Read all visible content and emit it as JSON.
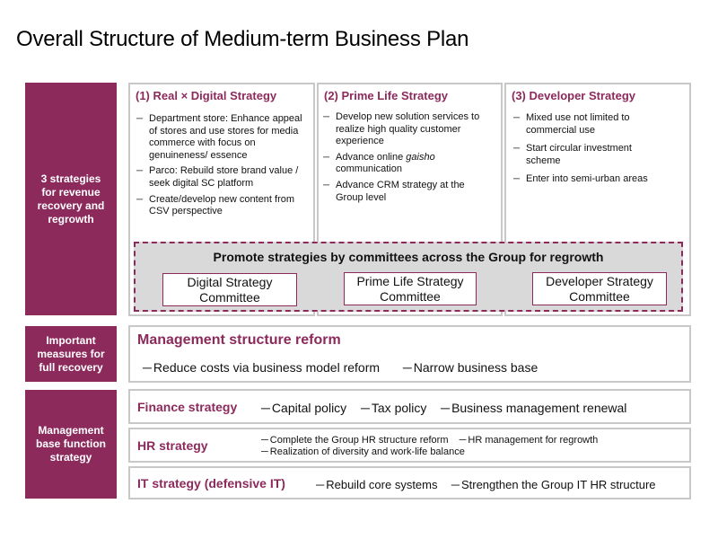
{
  "title": "Overall Structure of Medium-term Business Plan",
  "colors": {
    "accent": "#8c2a5c",
    "border": "#c8c8c8",
    "promo_bg": "#d9d9d9"
  },
  "sections": {
    "strategies_label": "3 strategies for revenue recovery and regrowth",
    "important_label": "Important measures for full recovery",
    "base_label": "Management base function strategy"
  },
  "strategies": [
    {
      "heading": "(1) Real × Digital Strategy",
      "bullets": [
        "Department store: Enhance appeal of stores and use stores for media commerce with focus on genuineness/ essence",
        "Parco: Rebuild store brand value / seek digital SC platform",
        "Create/develop new content from CSV perspective"
      ]
    },
    {
      "heading": "(2) Prime Life Strategy",
      "bullets": [
        "Develop new solution services to realize high quality customer experience",
        "Advance online gaisho communication",
        "Advance CRM strategy at the Group level"
      ]
    },
    {
      "heading": "(3) Developer Strategy",
      "bullets": [
        "Mixed use not limited to commercial use",
        "Start circular investment scheme",
        "Enter into semi-urban areas"
      ]
    }
  ],
  "promotion": {
    "title": "Promote strategies by committees across the Group for regrowth",
    "committees": [
      "Digital Strategy Committee",
      "Prime Life Strategy Committee",
      "Developer Strategy Committee"
    ]
  },
  "management_reform": {
    "heading": "Management structure reform",
    "items": [
      "Reduce costs via business model reform",
      "Narrow business base"
    ]
  },
  "finance": {
    "heading": "Finance strategy",
    "items": [
      "Capital policy",
      "Tax policy",
      "Business management renewal"
    ]
  },
  "hr": {
    "heading": "HR strategy",
    "items": [
      "Complete the Group HR structure reform",
      "HR management for regrowth",
      "Realization of diversity and work-life balance"
    ]
  },
  "it": {
    "heading": "IT strategy (defensive IT)",
    "items": [
      "Rebuild core systems",
      "Strengthen the Group IT HR structure"
    ]
  }
}
